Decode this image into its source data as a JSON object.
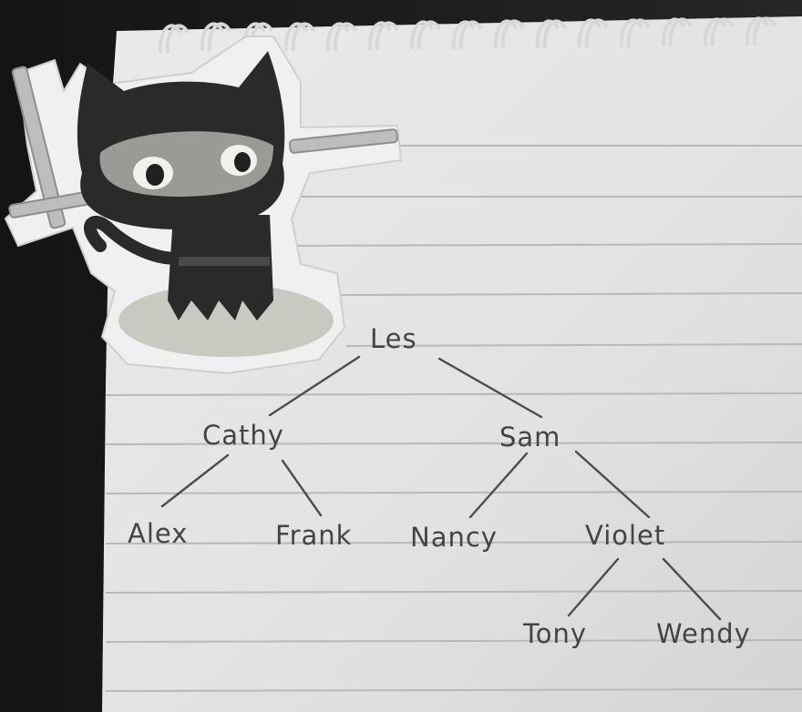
{
  "tree": {
    "root": "Les",
    "level1": [
      "Cathy",
      "Sam"
    ],
    "level2": [
      "Alex",
      "Frank",
      "Nancy",
      "Violet"
    ],
    "level3": [
      "Tony",
      "Wendy"
    ]
  },
  "colors": {
    "background": "#1c1c1c",
    "paper": "#e6e6e6",
    "rule_line": "#b8b8b8",
    "ink": "#444444",
    "octocat_body": "#2a2a2a",
    "sticker_edge": "#f0f0f0"
  },
  "sticker": {
    "depicts": "octocat-ninja"
  }
}
